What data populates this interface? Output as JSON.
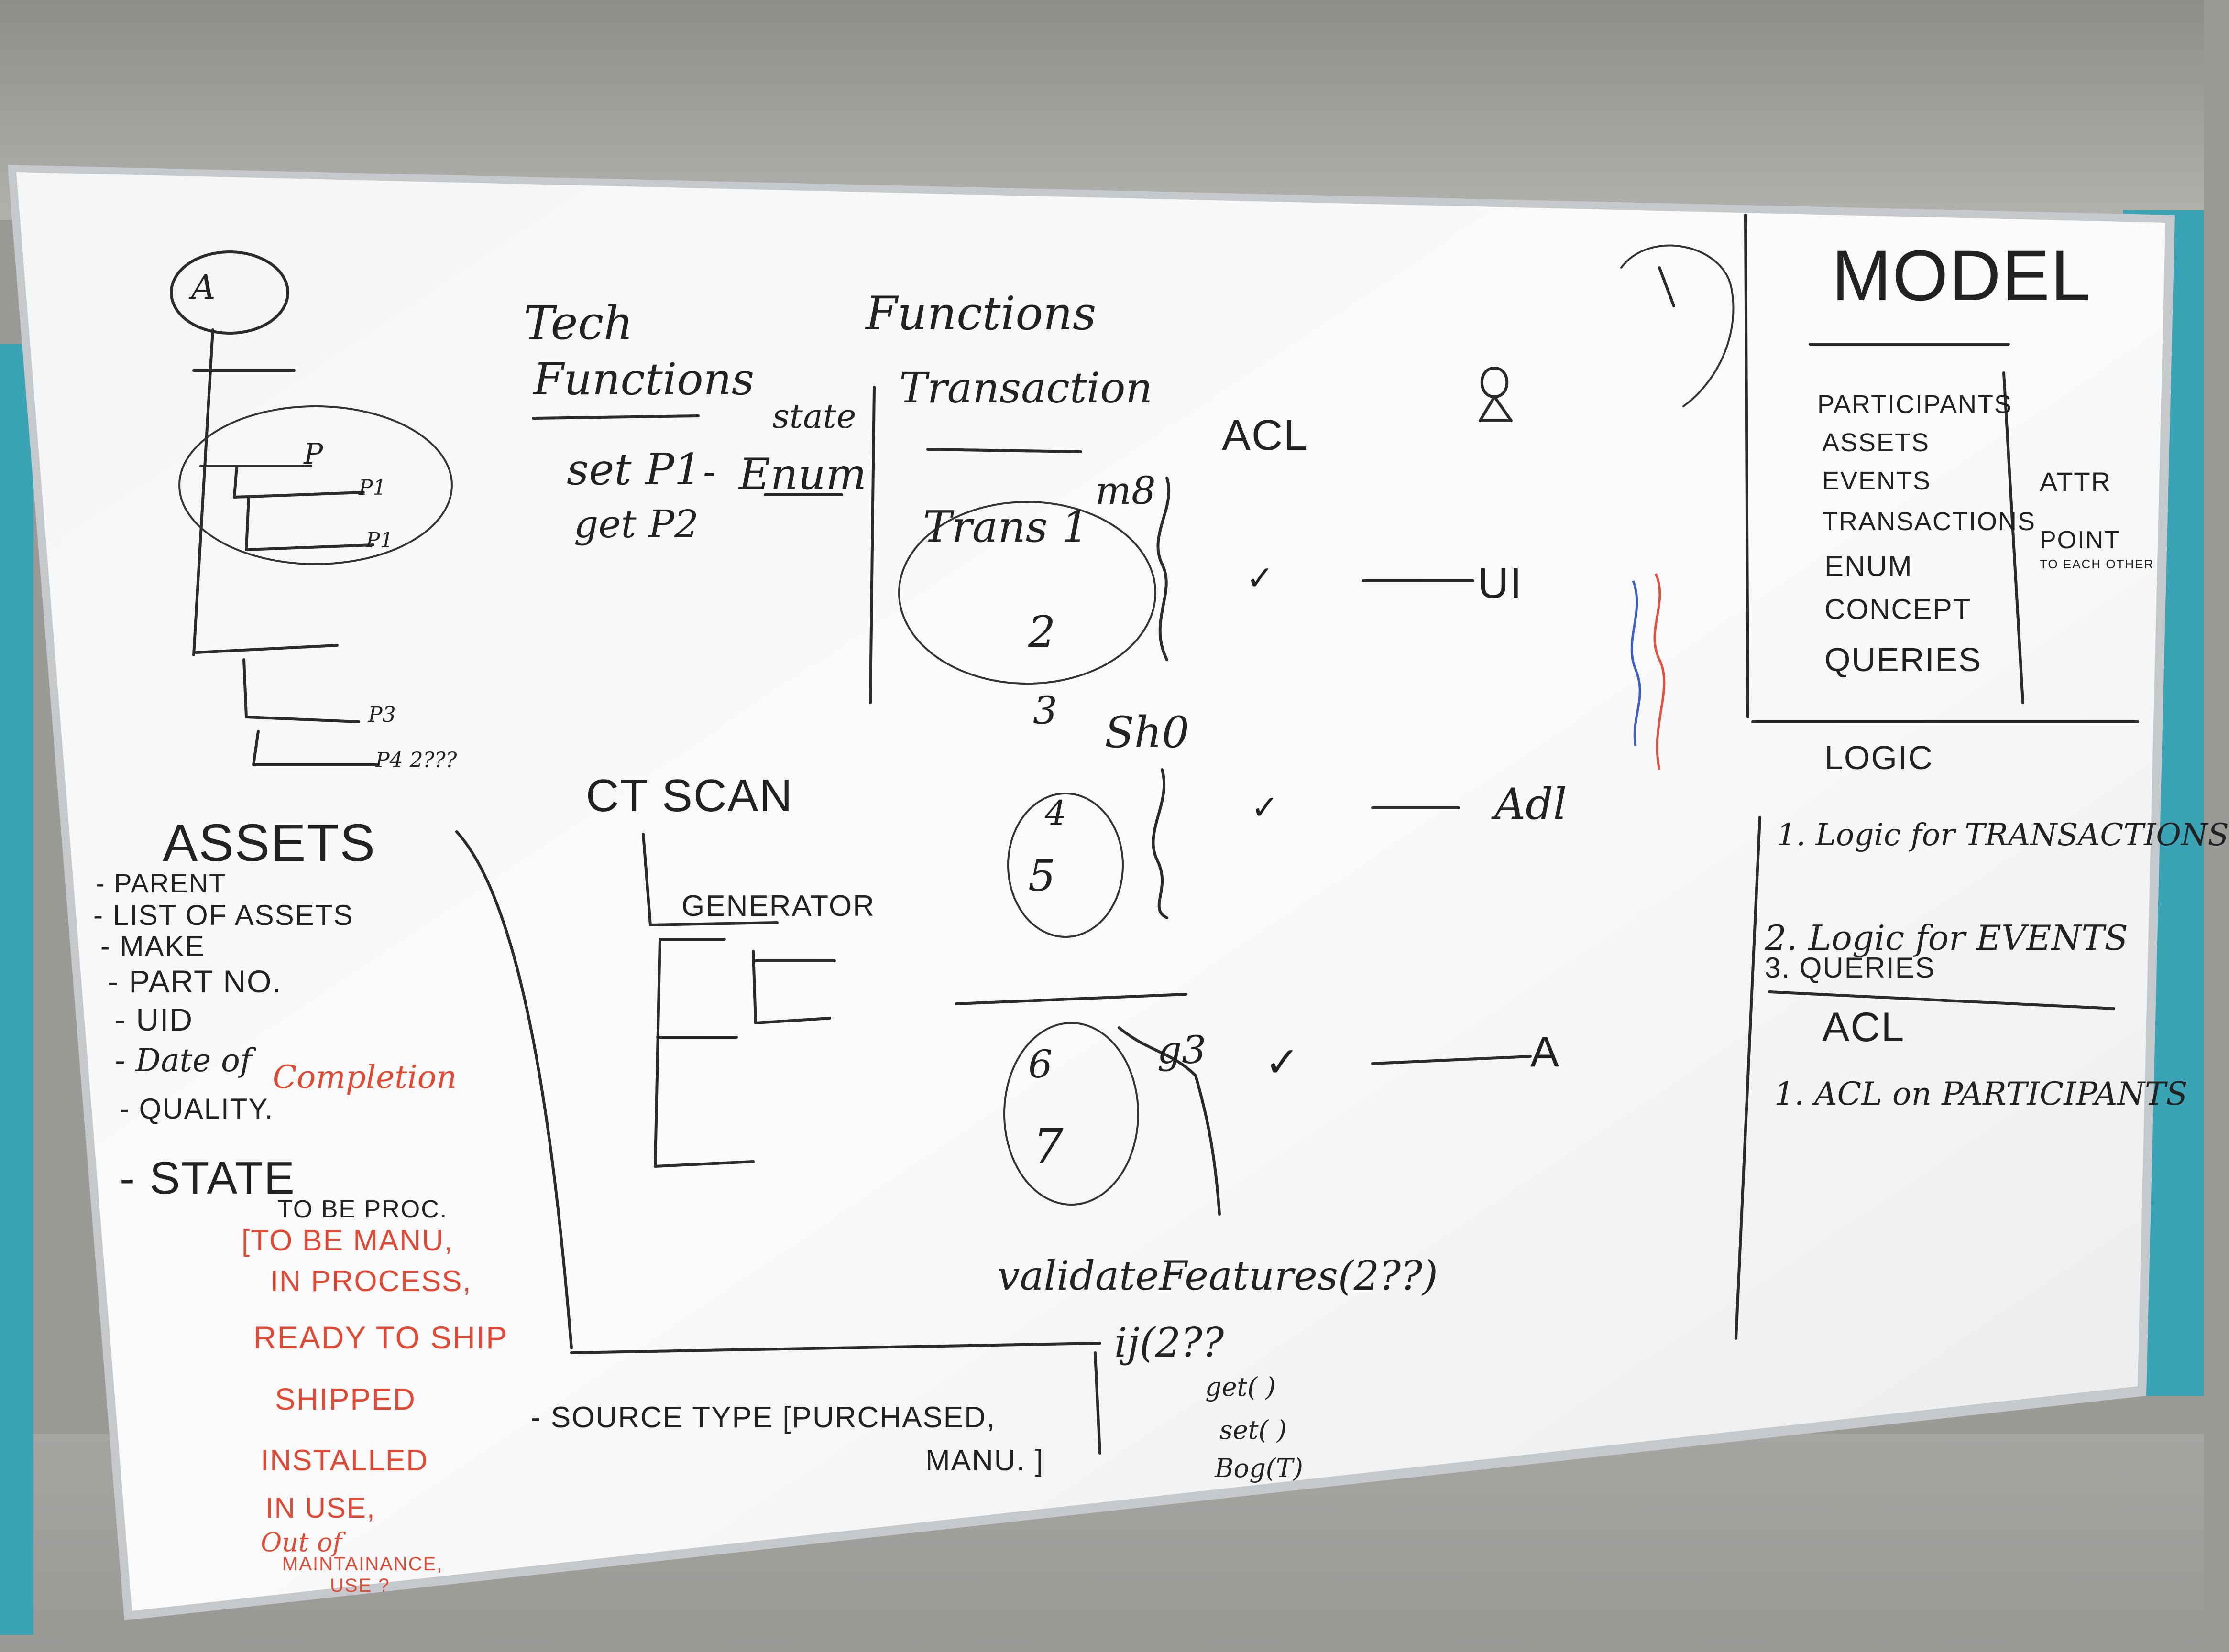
{
  "left_diagram": {
    "root": "A",
    "p": "P",
    "p1a": "P1",
    "p1b": "P1",
    "p3": "P3",
    "p4": "P4 2???"
  },
  "tech_functions": {
    "title_line1": "Tech",
    "title_line2": "Functions",
    "set": "set P1",
    "dash": "-",
    "get": "get P2",
    "state": "state",
    "enum": "Enum"
  },
  "functions_transaction": {
    "title_line1": "Functions",
    "title_line2": "Transaction",
    "trans1": "Trans 1",
    "n2": "2",
    "n3": "3",
    "n4": "4",
    "n5": "5",
    "n6": "6",
    "n7": "7",
    "m8": "m8",
    "sh": "Sh0",
    "g": "g3"
  },
  "acl": {
    "title": "ACL",
    "check1": "✓",
    "ui": "UI",
    "check2": "✓",
    "adl": "Adl",
    "check3": "✓",
    "a": "A"
  },
  "ct_scan": {
    "title": "CT SCAN",
    "generator": "GENERATOR"
  },
  "assets": {
    "title": "ASSETS",
    "items": [
      "- PARENT",
      "- LIST OF ASSETS",
      "- MAKE",
      "- PART NO.",
      "- UID",
      "- Date of",
      "- QUALITY.",
      "- STATE"
    ],
    "completion": "Completion",
    "state_values": [
      "TO BE PROC.",
      "[TO BE MANU,",
      "IN PROCESS,",
      "READY TO SHIP",
      "SHIPPED",
      "INSTALLED",
      "IN USE,",
      "Out of",
      "MAINTAINANCE,",
      "USE ?"
    ]
  },
  "bottom": {
    "validate": "validateFeatures(2??)",
    "ij": "ij(2??",
    "get": "get(  )",
    "set": "set(  )",
    "bog": "Bog(T)",
    "source_type": "- SOURCE TYPE  [PURCHASED,",
    "manu": "MANU. ]"
  },
  "model": {
    "title": "MODEL",
    "items": [
      "PARTICIPANTS",
      "ASSETS",
      "EVENTS",
      "TRANSACTIONS",
      "ENUM",
      "CONCEPT",
      "QUERIES"
    ],
    "attr": "ATTR",
    "point": "POINT",
    "point_sub": "TO EACH OTHER"
  },
  "logic": {
    "title": "LOGIC",
    "items": [
      "1. Logic for TRANSACTIONS",
      "2. Logic for EVENTS",
      "3. QUERIES"
    ],
    "acl_title": "ACL",
    "acl_item": "1. ACL on PARTICIPANTS"
  }
}
